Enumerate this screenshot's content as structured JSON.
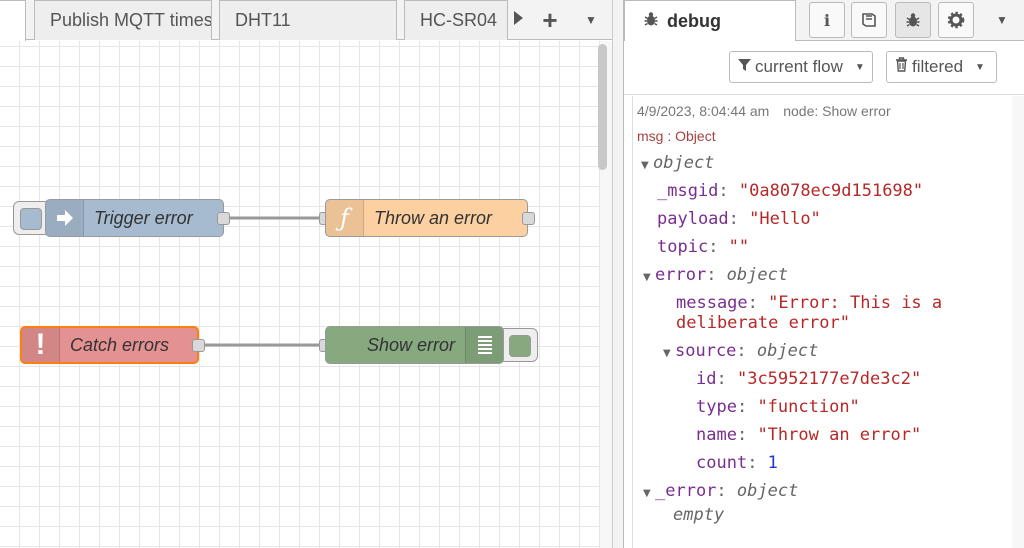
{
  "workspace": {
    "tabs": [
      {
        "label": ""
      },
      {
        "label": "Publish MQTT times"
      },
      {
        "label": "DHT11"
      },
      {
        "label": "HC-SR04"
      }
    ],
    "add_tab_label": "+",
    "nodes": {
      "trigger": {
        "label": "Trigger error",
        "type": "inject",
        "color": "#a6bbcf",
        "icon": "arrow-in-icon"
      },
      "function": {
        "label": "Throw an error",
        "type": "function",
        "color": "#fdd0a2",
        "icon": "function-icon",
        "icon_glyph": "ƒ"
      },
      "catch": {
        "label": "Catch errors",
        "type": "catch",
        "color": "#e49191",
        "icon": "alert-icon",
        "icon_glyph": "!"
      },
      "debug": {
        "label": "Show error",
        "type": "debug",
        "color": "#87a980",
        "icon": "debug-list-icon"
      }
    }
  },
  "sidebar": {
    "active_tab": "debug",
    "toolbar": {
      "scope_label": "current flow",
      "filter_label": "filtered"
    },
    "message": {
      "timestamp": "4/9/2023, 8:04:44 am",
      "node": "node: Show error",
      "type_label": "msg : Object",
      "tree": {
        "root_type": "object",
        "msgid_key": "_msgid",
        "msgid_value": "\"0a8078ec9d151698\"",
        "payload_key": "payload",
        "payload_value": "\"Hello\"",
        "topic_key": "topic",
        "topic_value": "\"\"",
        "error_key": "error",
        "error_type": "object",
        "message_key": "message",
        "message_value_line1": "\"Error: This is a",
        "message_value_line2": "deliberate error\"",
        "source_key": "source",
        "source_type": "object",
        "id_key": "id",
        "id_value": "\"3c5952177e7de3c2\"",
        "type_key": "type",
        "type_value": "\"function\"",
        "name_key": "name",
        "name_value": "\"Throw an error\"",
        "count_key": "count",
        "count_value": "1",
        "_error_key": "_error",
        "_error_type": "object",
        "empty_label": "empty"
      }
    }
  }
}
